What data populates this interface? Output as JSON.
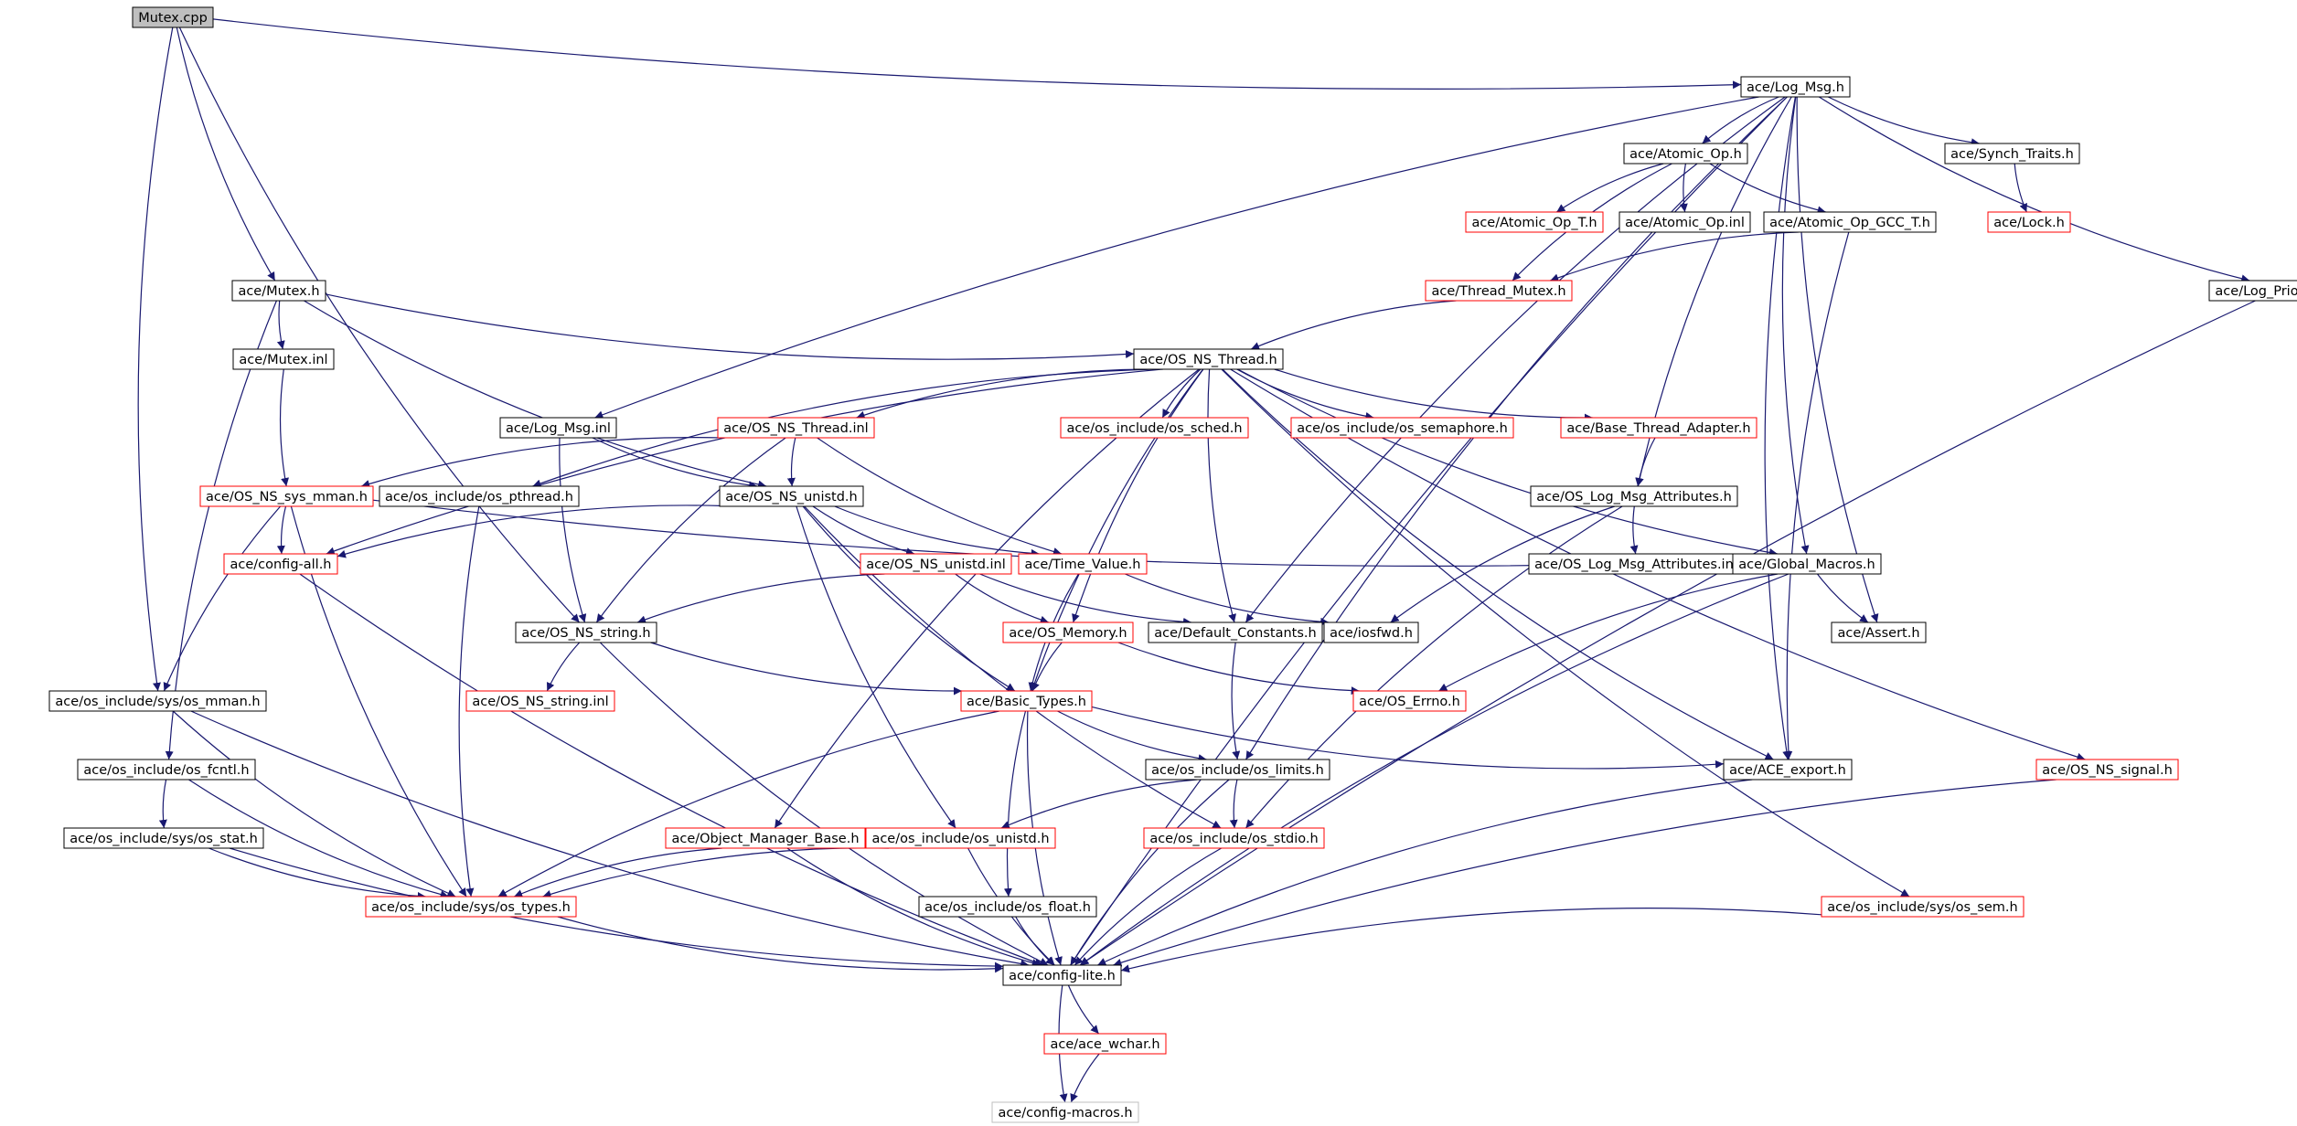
{
  "colors": {
    "edge": "#191970",
    "box_normal": "#000000",
    "box_truncated": "#ff0000",
    "box_undocumented": "#bfbfbf",
    "root_fill": "#bfbfbf"
  },
  "nodes": [
    {
      "id": "mutex_cpp",
      "label": "Mutex.cpp",
      "style": "root"
    },
    {
      "id": "log_msg_h",
      "label": "ace/Log_Msg.h",
      "style": "normal"
    },
    {
      "id": "atomic_op_h",
      "label": "ace/Atomic_Op.h",
      "style": "normal"
    },
    {
      "id": "synch_traits_h",
      "label": "ace/Synch_Traits.h",
      "style": "normal"
    },
    {
      "id": "atomic_op_t_h",
      "label": "ace/Atomic_Op_T.h",
      "style": "truncated"
    },
    {
      "id": "atomic_op_inl",
      "label": "ace/Atomic_Op.inl",
      "style": "normal"
    },
    {
      "id": "atomic_op_gcc_t_h",
      "label": "ace/Atomic_Op_GCC_T.h",
      "style": "normal"
    },
    {
      "id": "lock_h",
      "label": "ace/Lock.h",
      "style": "truncated"
    },
    {
      "id": "mutex_h",
      "label": "ace/Mutex.h",
      "style": "normal"
    },
    {
      "id": "thread_mutex_h",
      "label": "ace/Thread_Mutex.h",
      "style": "truncated"
    },
    {
      "id": "log_priority_h",
      "label": "ace/Log_Priority.h",
      "style": "normal"
    },
    {
      "id": "mutex_inl",
      "label": "ace/Mutex.inl",
      "style": "normal"
    },
    {
      "id": "os_ns_thread_h",
      "label": "ace/OS_NS_Thread.h",
      "style": "normal"
    },
    {
      "id": "log_msg_inl",
      "label": "ace/Log_Msg.inl",
      "style": "normal"
    },
    {
      "id": "os_ns_thread_inl",
      "label": "ace/OS_NS_Thread.inl",
      "style": "truncated"
    },
    {
      "id": "os_sched_h",
      "label": "ace/os_include/os_sched.h",
      "style": "truncated"
    },
    {
      "id": "os_semaphore_h",
      "label": "ace/os_include/os_semaphore.h",
      "style": "truncated"
    },
    {
      "id": "base_thread_adapter_h",
      "label": "ace/Base_Thread_Adapter.h",
      "style": "truncated"
    },
    {
      "id": "os_ns_sys_mman_h",
      "label": "ace/OS_NS_sys_mman.h",
      "style": "truncated"
    },
    {
      "id": "os_pthread_h",
      "label": "ace/os_include/os_pthread.h",
      "style": "normal"
    },
    {
      "id": "os_ns_unistd_h",
      "label": "ace/OS_NS_unistd.h",
      "style": "normal"
    },
    {
      "id": "os_log_msg_attributes_h",
      "label": "ace/OS_Log_Msg_Attributes.h",
      "style": "normal"
    },
    {
      "id": "config_all_h",
      "label": "ace/config-all.h",
      "style": "truncated"
    },
    {
      "id": "os_ns_unistd_inl",
      "label": "ace/OS_NS_unistd.inl",
      "style": "truncated"
    },
    {
      "id": "time_value_h",
      "label": "ace/Time_Value.h",
      "style": "truncated"
    },
    {
      "id": "os_log_msg_attributes_inl",
      "label": "ace/OS_Log_Msg_Attributes.inl",
      "style": "normal"
    },
    {
      "id": "global_macros_h",
      "label": "ace/Global_Macros.h",
      "style": "normal"
    },
    {
      "id": "os_ns_string_h",
      "label": "ace/OS_NS_string.h",
      "style": "normal"
    },
    {
      "id": "os_memory_h",
      "label": "ace/OS_Memory.h",
      "style": "truncated"
    },
    {
      "id": "default_constants_h",
      "label": "ace/Default_Constants.h",
      "style": "normal"
    },
    {
      "id": "iosfwd_h",
      "label": "ace/iosfwd.h",
      "style": "normal"
    },
    {
      "id": "assert_h",
      "label": "ace/Assert.h",
      "style": "normal"
    },
    {
      "id": "sys_os_mman_h",
      "label": "ace/os_include/sys/os_mman.h",
      "style": "normal"
    },
    {
      "id": "os_ns_string_inl",
      "label": "ace/OS_NS_string.inl",
      "style": "truncated"
    },
    {
      "id": "basic_types_h",
      "label": "ace/Basic_Types.h",
      "style": "truncated"
    },
    {
      "id": "os_errno_h",
      "label": "ace/OS_Errno.h",
      "style": "truncated"
    },
    {
      "id": "os_fcntl_h",
      "label": "ace/os_include/os_fcntl.h",
      "style": "normal"
    },
    {
      "id": "os_limits_h",
      "label": "ace/os_include/os_limits.h",
      "style": "normal"
    },
    {
      "id": "ace_export_h",
      "label": "ace/ACE_export.h",
      "style": "normal"
    },
    {
      "id": "os_ns_signal_h",
      "label": "ace/OS_NS_signal.h",
      "style": "truncated"
    },
    {
      "id": "sys_os_stat_h",
      "label": "ace/os_include/sys/os_stat.h",
      "style": "normal"
    },
    {
      "id": "object_manager_base_h",
      "label": "ace/Object_Manager_Base.h",
      "style": "truncated"
    },
    {
      "id": "os_unistd_h",
      "label": "ace/os_include/os_unistd.h",
      "style": "truncated"
    },
    {
      "id": "os_stdio_h",
      "label": "ace/os_include/os_stdio.h",
      "style": "truncated"
    },
    {
      "id": "sys_os_types_h",
      "label": "ace/os_include/sys/os_types.h",
      "style": "truncated"
    },
    {
      "id": "os_float_h",
      "label": "ace/os_include/os_float.h",
      "style": "normal"
    },
    {
      "id": "sys_os_sem_h",
      "label": "ace/os_include/sys/os_sem.h",
      "style": "truncated"
    },
    {
      "id": "config_lite_h",
      "label": "ace/config-lite.h",
      "style": "normal"
    },
    {
      "id": "ace_wchar_h",
      "label": "ace/ace_wchar.h",
      "style": "truncated"
    },
    {
      "id": "config_macros_h",
      "label": "ace/config-macros.h",
      "style": "undocumented"
    }
  ],
  "edges": [
    [
      "mutex_cpp",
      "log_msg_h"
    ],
    [
      "mutex_cpp",
      "mutex_h"
    ],
    [
      "mutex_cpp",
      "os_ns_string_h"
    ],
    [
      "mutex_cpp",
      "sys_os_mman_h"
    ],
    [
      "log_msg_h",
      "atomic_op_h"
    ],
    [
      "log_msg_h",
      "synch_traits_h"
    ],
    [
      "log_msg_h",
      "log_priority_h"
    ],
    [
      "log_msg_h",
      "log_msg_inl"
    ],
    [
      "log_msg_h",
      "os_log_msg_attributes_h"
    ],
    [
      "log_msg_h",
      "global_macros_h"
    ],
    [
      "log_msg_h",
      "assert_h"
    ],
    [
      "log_msg_h",
      "default_constants_h"
    ],
    [
      "log_msg_h",
      "os_limits_h"
    ],
    [
      "log_msg_h",
      "ace_export_h"
    ],
    [
      "log_msg_h",
      "config_lite_h"
    ],
    [
      "atomic_op_h",
      "atomic_op_t_h"
    ],
    [
      "atomic_op_h",
      "atomic_op_inl"
    ],
    [
      "atomic_op_h",
      "atomic_op_gcc_t_h"
    ],
    [
      "atomic_op_h",
      "thread_mutex_h"
    ],
    [
      "atomic_op_gcc_t_h",
      "thread_mutex_h"
    ],
    [
      "atomic_op_gcc_t_h",
      "ace_export_h"
    ],
    [
      "synch_traits_h",
      "lock_h"
    ],
    [
      "thread_mutex_h",
      "os_ns_thread_h"
    ],
    [
      "log_priority_h",
      "config_lite_h"
    ],
    [
      "mutex_h",
      "mutex_inl"
    ],
    [
      "mutex_h",
      "os_ns_thread_h"
    ],
    [
      "mutex_h",
      "os_ns_unistd_h"
    ],
    [
      "mutex_h",
      "os_fcntl_h"
    ],
    [
      "mutex_inl",
      "os_ns_sys_mman_h"
    ],
    [
      "os_ns_thread_h",
      "os_ns_thread_inl"
    ],
    [
      "os_ns_thread_h",
      "os_sched_h"
    ],
    [
      "os_ns_thread_h",
      "os_semaphore_h"
    ],
    [
      "os_ns_thread_h",
      "base_thread_adapter_h"
    ],
    [
      "os_ns_thread_h",
      "os_pthread_h"
    ],
    [
      "os_ns_thread_h",
      "config_all_h"
    ],
    [
      "os_ns_thread_h",
      "global_macros_h"
    ],
    [
      "os_ns_thread_h",
      "default_constants_h"
    ],
    [
      "os_ns_thread_h",
      "os_memory_h"
    ],
    [
      "os_ns_thread_h",
      "basic_types_h"
    ],
    [
      "os_ns_thread_h",
      "ace_export_h"
    ],
    [
      "os_ns_thread_h",
      "os_ns_signal_h"
    ],
    [
      "os_ns_thread_h",
      "object_manager_base_h"
    ],
    [
      "os_ns_thread_h",
      "sys_os_sem_h"
    ],
    [
      "log_msg_inl",
      "os_ns_unistd_h"
    ],
    [
      "log_msg_inl",
      "os_ns_string_h"
    ],
    [
      "os_ns_thread_inl",
      "os_ns_sys_mman_h"
    ],
    [
      "os_ns_thread_inl",
      "os_ns_unistd_h"
    ],
    [
      "os_ns_thread_inl",
      "time_value_h"
    ],
    [
      "os_ns_thread_inl",
      "os_ns_string_h"
    ],
    [
      "base_thread_adapter_h",
      "os_log_msg_attributes_h"
    ],
    [
      "os_ns_sys_mman_h",
      "config_all_h"
    ],
    [
      "os_ns_sys_mman_h",
      "global_macros_h"
    ],
    [
      "os_ns_sys_mman_h",
      "sys_os_mman_h"
    ],
    [
      "os_ns_sys_mman_h",
      "sys_os_types_h"
    ],
    [
      "os_pthread_h",
      "sys_os_types_h"
    ],
    [
      "os_ns_unistd_h",
      "config_all_h"
    ],
    [
      "os_ns_unistd_h",
      "os_ns_unistd_inl"
    ],
    [
      "os_ns_unistd_h",
      "time_value_h"
    ],
    [
      "os_ns_unistd_h",
      "basic_types_h"
    ],
    [
      "os_ns_unistd_h",
      "os_unistd_h"
    ],
    [
      "os_ns_unistd_h",
      "os_stdio_h"
    ],
    [
      "os_log_msg_attributes_h",
      "os_log_msg_attributes_inl"
    ],
    [
      "os_log_msg_attributes_h",
      "iosfwd_h"
    ],
    [
      "os_log_msg_attributes_h",
      "os_stdio_h"
    ],
    [
      "config_all_h",
      "config_lite_h"
    ],
    [
      "os_ns_unistd_inl",
      "os_ns_string_h"
    ],
    [
      "os_ns_unistd_inl",
      "os_memory_h"
    ],
    [
      "os_ns_unistd_inl",
      "default_constants_h"
    ],
    [
      "time_value_h",
      "iosfwd_h"
    ],
    [
      "time_value_h",
      "basic_types_h"
    ],
    [
      "global_macros_h",
      "assert_h"
    ],
    [
      "global_macros_h",
      "os_errno_h"
    ],
    [
      "global_macros_h",
      "config_lite_h"
    ],
    [
      "os_ns_string_h",
      "os_ns_string_inl"
    ],
    [
      "os_ns_string_h",
      "basic_types_h"
    ],
    [
      "os_ns_string_h",
      "config_lite_h"
    ],
    [
      "os_memory_h",
      "basic_types_h"
    ],
    [
      "os_memory_h",
      "os_errno_h"
    ],
    [
      "default_constants_h",
      "os_limits_h"
    ],
    [
      "sys_os_mman_h",
      "sys_os_types_h"
    ],
    [
      "sys_os_mman_h",
      "config_lite_h"
    ],
    [
      "basic_types_h",
      "os_limits_h"
    ],
    [
      "basic_types_h",
      "ace_export_h"
    ],
    [
      "basic_types_h",
      "sys_os_types_h"
    ],
    [
      "basic_types_h",
      "os_float_h"
    ],
    [
      "basic_types_h",
      "config_lite_h"
    ],
    [
      "os_fcntl_h",
      "sys_os_stat_h"
    ],
    [
      "os_fcntl_h",
      "sys_os_types_h"
    ],
    [
      "os_limits_h",
      "os_unistd_h"
    ],
    [
      "os_limits_h",
      "os_stdio_h"
    ],
    [
      "os_limits_h",
      "config_lite_h"
    ],
    [
      "ace_export_h",
      "config_lite_h"
    ],
    [
      "os_ns_signal_h",
      "config_lite_h"
    ],
    [
      "sys_os_stat_h",
      "sys_os_types_h"
    ],
    [
      "sys_os_stat_h",
      "config_lite_h"
    ],
    [
      "object_manager_base_h",
      "sys_os_types_h"
    ],
    [
      "object_manager_base_h",
      "config_lite_h"
    ],
    [
      "os_unistd_h",
      "sys_os_types_h"
    ],
    [
      "os_unistd_h",
      "config_lite_h"
    ],
    [
      "os_stdio_h",
      "config_lite_h"
    ],
    [
      "sys_os_types_h",
      "config_lite_h"
    ],
    [
      "os_float_h",
      "config_lite_h"
    ],
    [
      "sys_os_sem_h",
      "config_lite_h"
    ],
    [
      "config_lite_h",
      "ace_wchar_h"
    ],
    [
      "config_lite_h",
      "config_macros_h"
    ],
    [
      "ace_wchar_h",
      "config_macros_h"
    ]
  ]
}
